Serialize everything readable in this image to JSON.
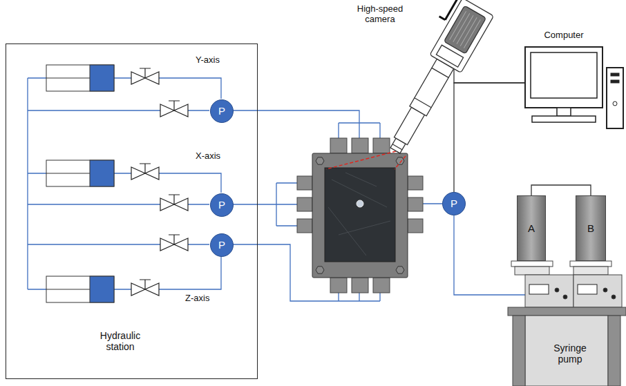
{
  "diagram": {
    "nodes": [
      {
        "text": [
          "High-speed camera"
        ]
      },
      {
        "text": [
          "Computer"
        ]
      },
      {
        "text": [
          "Hydraulic station"
        ]
      },
      {
        "text": [
          "P"
        ],
        "in": 2
      },
      {
        "text": [
          "P"
        ],
        "in": 2
      },
      {
        "text": [
          "P"
        ],
        "in": 2
      },
      {
        "text": [
          "P"
        ]
      },
      {
        "text": [
          "A"
        ]
      },
      {
        "text": [
          "B"
        ]
      },
      {
        "text": [
          "Syringe pump"
        ]
      }
    ],
    "edges": [
      {
        "from": 0,
        "to": 1,
        "arrow": "none"
      },
      {
        "from": 6,
        "to": 1,
        "arrow": "none"
      },
      {
        "from": 6,
        "to": 9,
        "arrow": "none"
      },
      {
        "from": 7,
        "to": 8,
        "arrow": "none"
      }
    ],
    "labels": [
      "Y-axis",
      "X-axis",
      "Z-axis"
    ]
  }
}
